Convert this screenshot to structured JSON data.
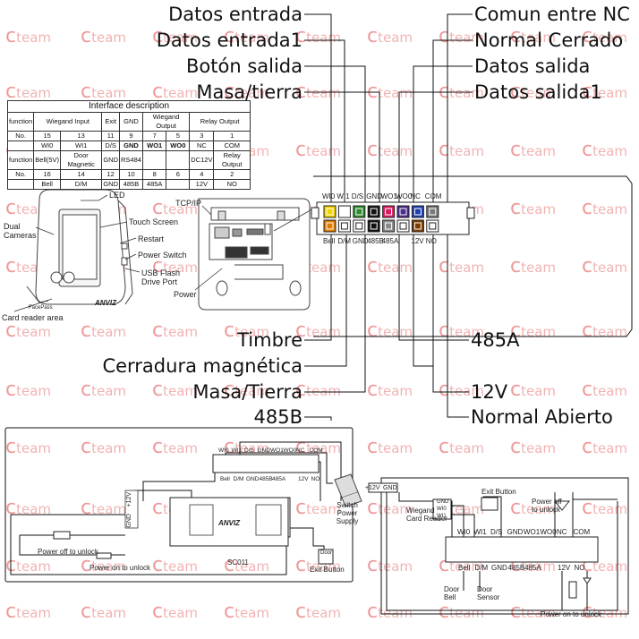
{
  "watermark": {
    "word": "team",
    "letter": "c"
  },
  "callouts": {
    "top_left": [
      "Datos entrada",
      "Datos entrada1",
      "Botón salida",
      "Masa/tierra"
    ],
    "top_right": [
      "Comun entre NC",
      "Normal Cerrado",
      "Datos salida",
      "Datos salida1"
    ],
    "bottom_left": [
      "Timbre",
      "Cerradura magnética",
      "Masa/Tierra",
      "485B"
    ],
    "bottom_right": [
      "485A",
      "12V",
      "Normal Abierto"
    ]
  },
  "interface_table": {
    "caption": "Interface description",
    "rows": [
      [
        "function",
        "Wiegand Input",
        "",
        "Exit",
        "GND",
        "Wiegand Output",
        "",
        "Relay Output",
        ""
      ],
      [
        "No.",
        "15",
        "13",
        "11",
        "9",
        "7",
        "5",
        "3",
        "1"
      ],
      [
        "",
        "WI0",
        "WI1",
        "D/S",
        "GND",
        "WO1",
        "WO0",
        "NC",
        "COM"
      ],
      [
        "function",
        "Bell(5V)",
        "Door Magnetic",
        "GND",
        "RS484",
        "",
        "",
        "DC12V",
        "Relay Output"
      ],
      [
        "No.",
        "16",
        "14",
        "12",
        "10",
        "8",
        "6",
        "4",
        "2"
      ],
      [
        "",
        "Bell",
        "D/M",
        "GND",
        "485B",
        "485A",
        "",
        "12V",
        "NO"
      ]
    ]
  },
  "device_labels": {
    "led": "LED",
    "dual_cameras": "Dual Cameras",
    "touch_screen": "Touch Screen",
    "restart": "Restart",
    "power_switch": "Power Switch",
    "usb": "USB Flash Drive Port",
    "card_reader": "Card reader area",
    "tcpip": "TCP/IP",
    "power": "Power",
    "brand": "ANVIZ",
    "face_pass": "FacePass"
  },
  "connector": {
    "top_pins": [
      "WI0",
      "WI1",
      "D/S",
      "GND",
      "WO1",
      "WO0",
      "NC",
      "COM"
    ],
    "bottom_pins": [
      "Bell",
      "D/M",
      "GND",
      "485B",
      "485A",
      "",
      "12V",
      "NO"
    ],
    "top_colors": [
      "#f2d500",
      "#ffffff",
      "#2e8b2e",
      "#111111",
      "#d81b60",
      "#4a2a8a",
      "#1f3fb0",
      "#7a7a7a"
    ],
    "bottom_colors": [
      "#e07b00",
      "#ffffff",
      "#ffffff",
      "#111111",
      "#888888",
      "#ffffff",
      "#7a3e00",
      "#ffffff"
    ]
  },
  "bottom_left_diagram": {
    "terminal_top": [
      "WI0",
      "WI1",
      "D/S",
      "GND",
      "WO1",
      "WO0",
      "NC",
      "COM"
    ],
    "terminal_bottom": [
      "Bell",
      "D/M",
      "GND",
      "485B",
      "485A",
      "",
      "12V",
      "NO"
    ],
    "supply_12v": "+12V",
    "supply_gnd": "GND",
    "switch_power_supply": "Switch Power Supply",
    "controller": "SC011",
    "controller_brand": "ANVIZ",
    "power_off_unlock": "Power off to unlock",
    "power_on_unlock": "Power on to unlock",
    "exit_button": "Exit Button",
    "door_label": "Door"
  },
  "bottom_right_diagram": {
    "supply_12v": "+12V",
    "supply_gnd": "GND",
    "wiegand_card_reader": "Wiegand Card Reader",
    "reader_pins": [
      "GND",
      "WI0",
      "WI1"
    ],
    "exit_button": "Exit Button",
    "power_off_unlock": "Power off to unlock",
    "terminal_top": [
      "WI0",
      "WI1",
      "D/S",
      "GND",
      "WO1",
      "WO0",
      "NC",
      "COM"
    ],
    "terminal_bottom": [
      "Bell",
      "D/M",
      "GND",
      "485B",
      "485A",
      "",
      "12V",
      "NO"
    ],
    "door_bell": "Door Bell",
    "door_sensor": "Door Sensor",
    "power_on_unlock": "Power on to unlock"
  }
}
